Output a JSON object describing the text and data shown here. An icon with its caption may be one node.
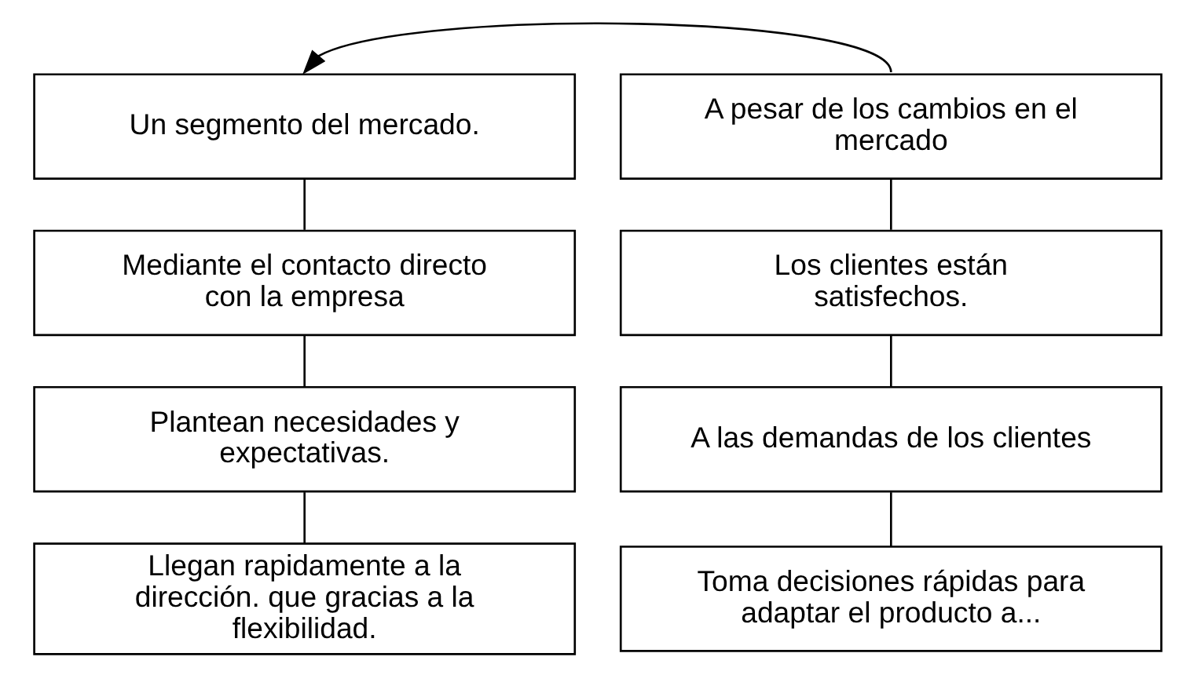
{
  "diagram": {
    "nodes": [
      {
        "text": [
          "Un segmento del mercado."
        ]
      },
      {
        "text": [
          "Mediante el contacto directo con la empresa"
        ]
      },
      {
        "text": [
          "Plantean necesidades y expectativas."
        ]
      },
      {
        "text": [
          "Llegan rapidamente a la dirección. que gracias a la flexibilidad."
        ]
      },
      {
        "text": [
          "A pesar de los cambios en el mercado"
        ]
      },
      {
        "text": [
          "Los clientes están satisfechos."
        ]
      },
      {
        "text": [
          "A las demandas de los clientes"
        ]
      },
      {
        "text": [
          "Toma decisiones rápidas para adaptar el producto a..."
        ]
      }
    ],
    "edges": [
      {
        "from": 0,
        "to": 1,
        "arrow": "none"
      },
      {
        "from": 1,
        "to": 2,
        "arrow": "none"
      },
      {
        "from": 2,
        "to": 3,
        "arrow": "none"
      },
      {
        "from": 4,
        "to": 5,
        "arrow": "none"
      },
      {
        "from": 5,
        "to": 6,
        "arrow": "none"
      },
      {
        "from": 6,
        "to": 7,
        "arrow": "none"
      },
      {
        "from": 4,
        "to": 0,
        "arrow": "to"
      }
    ]
  }
}
